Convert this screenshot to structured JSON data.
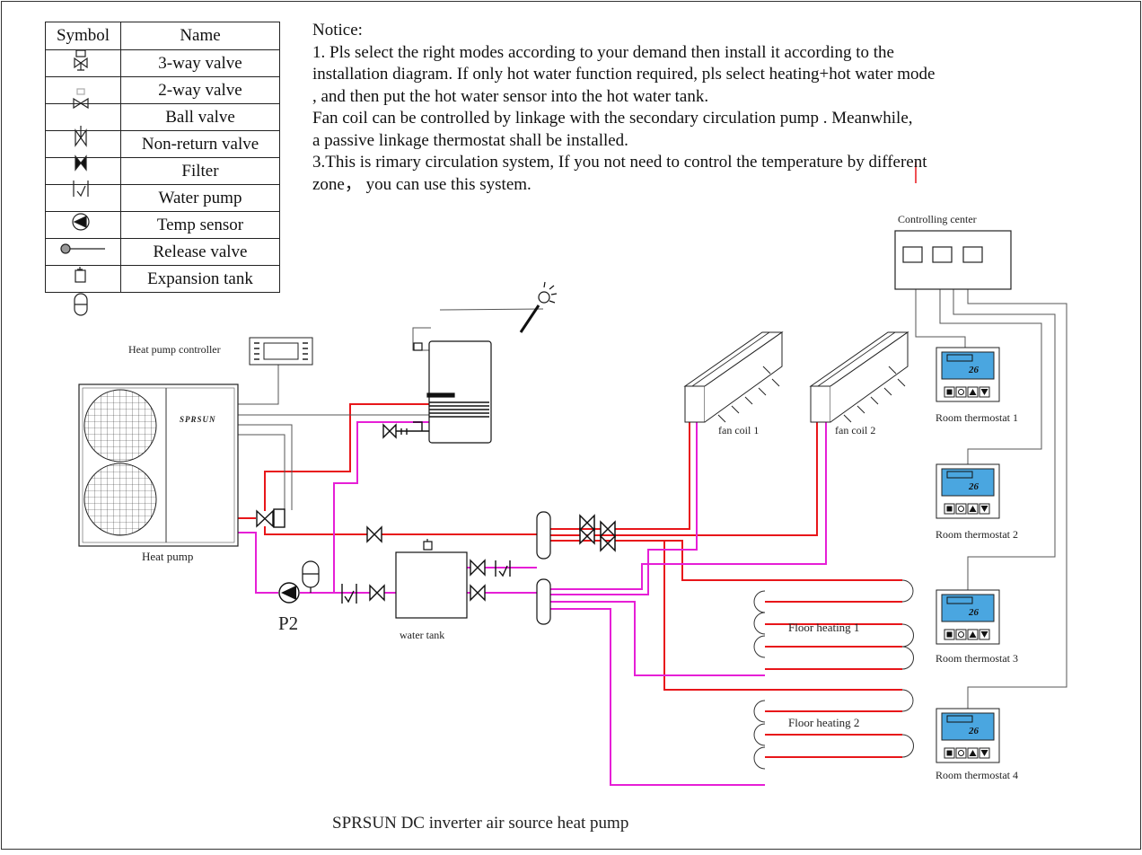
{
  "legend": {
    "header_symbol": "Symbol",
    "header_name": "Name",
    "rows": [
      {
        "icon": "3-way-valve-icon",
        "name": "3-way valve"
      },
      {
        "icon": "2-way-valve-icon",
        "name": "2-way valve"
      },
      {
        "icon": "ball-valve-icon",
        "name": "Ball valve"
      },
      {
        "icon": "non-return-valve-icon",
        "name": "Non-return valve"
      },
      {
        "icon": "filter-icon",
        "name": "Filter"
      },
      {
        "icon": "water-pump-icon",
        "name": "Water pump"
      },
      {
        "icon": "temp-sensor-icon",
        "name": "Temp sensor"
      },
      {
        "icon": "release-valve-icon",
        "name": "Release valve"
      },
      {
        "icon": "expansion-tank-icon",
        "name": "Expansion tank"
      }
    ]
  },
  "notice": {
    "title": "Notice:",
    "lines": [
      "1. Pls select the right modes according to your demand then install it according to the",
      "installation diagram. If  only hot water function required, pls select heating+hot water mode",
      ", and then put the hot water sensor into the hot water tank.",
      "Fan coil can be controlled by linkage  with the secondary circulation pump . Meanwhile,",
      " a passive linkage thermostat shall be installed.",
      "3.This is rimary circulation system, If you not need to control the temperature by different",
      "zone， you can use this system."
    ]
  },
  "labels": {
    "heat_pump_controller": "Heat pump controller",
    "heat_pump": "Heat pump",
    "brand_logo": "SPRSUN",
    "pump_p2": "P2",
    "water_tank": "water tank",
    "fan_coil_1": "fan coil 1",
    "fan_coil_2": "fan coil 2",
    "floor_heating_1": "Floor heating 1",
    "floor_heating_2": "Floor heating 2",
    "controlling_center": "Controlling center",
    "room_thermostat_1": "Room thermostat 1",
    "room_thermostat_2": "Room thermostat 2",
    "room_thermostat_3": "Room thermostat 3",
    "room_thermostat_4": "Room thermostat 4",
    "thermostat_display": "26"
  },
  "caption": "SPRSUN DC inverter air source heat pump",
  "colors": {
    "supply_line": "#e8161a",
    "return_line": "#e61fd6",
    "control_wire": "#555555",
    "thermostat_screen": "#4aa6e0"
  }
}
